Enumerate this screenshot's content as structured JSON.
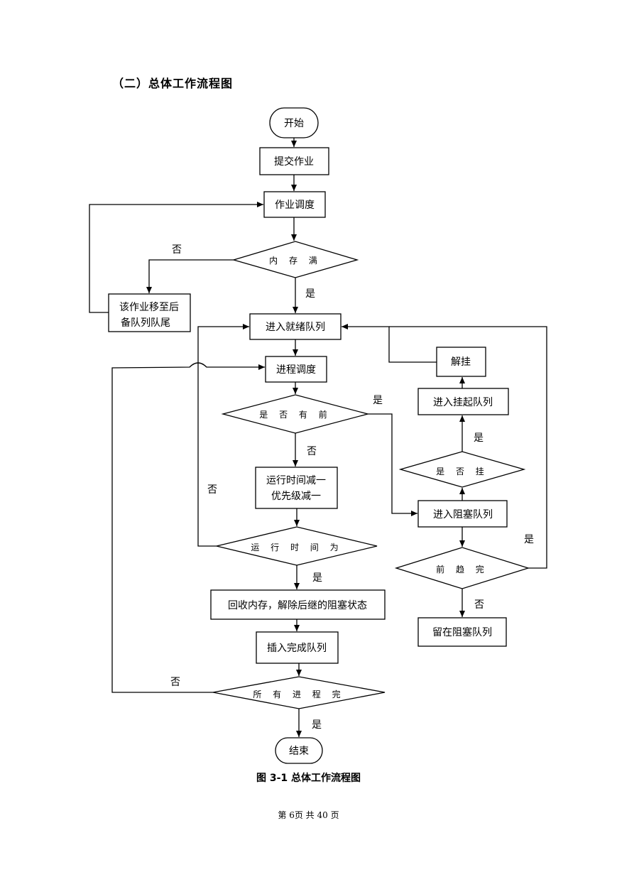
{
  "heading": "（二）总体工作流程图",
  "caption": "图 3-1  总体工作流程图",
  "footer": "第 6页  共 40 页",
  "nodes": {
    "start": "开始",
    "submit": "提交作业",
    "job_schedule": "作业调度",
    "mem_full": "内 存 满",
    "move_tail_1": "该作业移至后",
    "move_tail_2": "备队列队尾",
    "enter_ready": "进入就绪队列",
    "proc_schedule": "进程调度",
    "has_pred": "是 否 有 前",
    "run_dec_1": "运行时间减一",
    "run_dec_2": "优先级减一",
    "run_time": "运 行 时 间 为",
    "reclaim": "回收内存，解除后继的阻塞状态",
    "insert_done": "插入完成队列",
    "all_done": "所 有 进 程 完",
    "end": "结束",
    "resume": "解挂",
    "enter_suspend": "进入挂起队列",
    "is_suspend": "是 否 挂",
    "enter_block": "进入阻塞队列",
    "pred_done": "前 趋 完",
    "stay_block": "留在阻塞队列"
  },
  "labels": {
    "no_mem": "否",
    "yes_mem": "是",
    "yes_pred": "是",
    "no_pred": "否",
    "no_run": "否",
    "yes_run": "是",
    "yes_suspend": "是",
    "yes_pred_done": "是",
    "no_pred_done": "否",
    "no_all": "否",
    "yes_all": "是"
  }
}
